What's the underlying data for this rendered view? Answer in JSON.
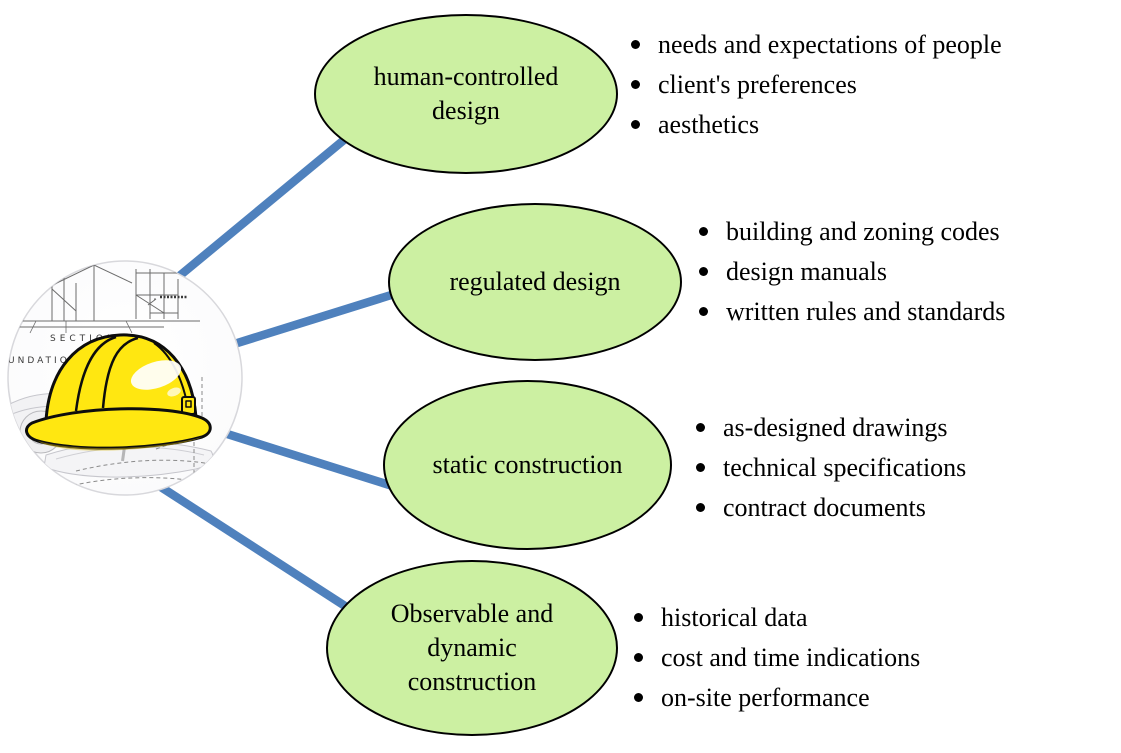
{
  "diagram": {
    "type": "mind-map",
    "center_image": {
      "description": "photo of a yellow construction hard hat lying on rolled blueprint drawings",
      "blueprint_labels": [
        "SECTION",
        "UNDATION"
      ]
    },
    "colors": {
      "node_fill": "#ccf0a2",
      "node_border": "#000000",
      "connector": "#4f81bd",
      "hat_yellow": "#ffe711",
      "text": "#000000"
    },
    "nodes": [
      {
        "label": "human-controlled design",
        "bullets": [
          "needs and expectations of people",
          "client's preferences",
          "aesthetics"
        ]
      },
      {
        "label": "regulated design",
        "bullets": [
          "building and zoning codes",
          "design manuals",
          "written rules and standards"
        ]
      },
      {
        "label": "static construction",
        "bullets": [
          "as-designed drawings",
          "technical specifications",
          "contract documents"
        ]
      },
      {
        "label": "Observable and dynamic construction",
        "bullets": [
          "historical data",
          "cost and time indications",
          "on-site performance"
        ]
      }
    ]
  }
}
